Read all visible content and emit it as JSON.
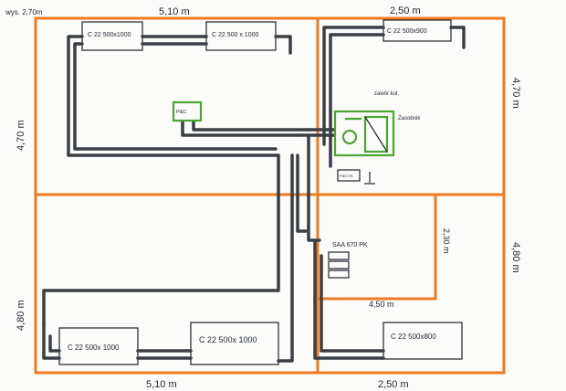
{
  "header": {
    "height_note": "wys. 2,70m"
  },
  "dimensions": {
    "top_left_width": "5,10 m",
    "top_right_width": "2,50 m",
    "bottom_left_width": "5,10 m",
    "bottom_right_width": "2,50 m",
    "left_upper_height": "4,70 m",
    "left_lower_height": "4,80 m",
    "right_upper_height": "4,70 m",
    "right_lower_height": "4,80 m",
    "inner_height": "2,30 m",
    "inner_width": "4,50 m"
  },
  "radiators": {
    "top_1": "C 22 500x1000",
    "top_2": "C 22 500 x 1000",
    "top_3": "C 22 500x900",
    "bottom_1": "C 22 500x 1000",
    "bottom_2": "C 22 500x 1000",
    "bottom_3": "C 22 500x800"
  },
  "equipment": {
    "boiler_room_label": "PIEC",
    "boiler_label": "Zasobnik",
    "vessel_label": "zawór kul.",
    "room_box_label": "PIECYK",
    "distributor_label": "SAA 670 PK"
  },
  "colors": {
    "walls": "#f07a1e",
    "pipes": "#3a3f45",
    "equipment": "#4aa52e",
    "ink": "#1e2630"
  }
}
